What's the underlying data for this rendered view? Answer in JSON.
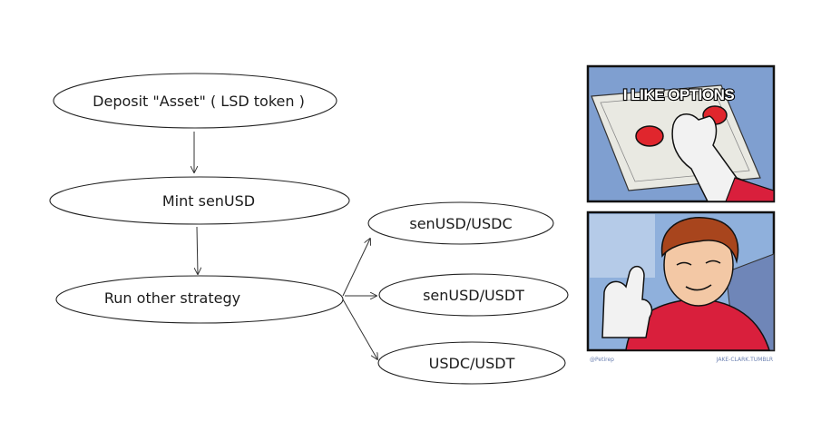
{
  "flowchart": {
    "nodes": [
      {
        "id": "deposit",
        "label": "Deposit \"Asset\" ( LSD token )"
      },
      {
        "id": "mint",
        "label": "Mint senUSD"
      },
      {
        "id": "strategy",
        "label": "Run other strategy"
      },
      {
        "id": "pair1",
        "label": "senUSD/USDC"
      },
      {
        "id": "pair2",
        "label": "senUSD/USDT"
      },
      {
        "id": "pair3",
        "label": "USDC/USDT"
      }
    ],
    "edges": [
      {
        "from": "deposit",
        "to": "mint"
      },
      {
        "from": "mint",
        "to": "strategy"
      },
      {
        "from": "strategy",
        "to": "pair1"
      },
      {
        "from": "strategy",
        "to": "pair2"
      },
      {
        "from": "strategy",
        "to": "pair3"
      }
    ]
  },
  "meme": {
    "caption": "I LIKE OPTIONS",
    "credit_left": "@Petirep",
    "credit_right": "JAKE-CLARK.TUMBLR",
    "colors": {
      "frame": "#111111",
      "background_blue": "#7f9fd0",
      "panel_paper": "#e9e9e2",
      "button_red": "#e0262d",
      "shirt_red": "#d91f3c",
      "hair": "#a8451d",
      "skin": "#f3c8a5",
      "glove": "#f2f2f2"
    }
  }
}
